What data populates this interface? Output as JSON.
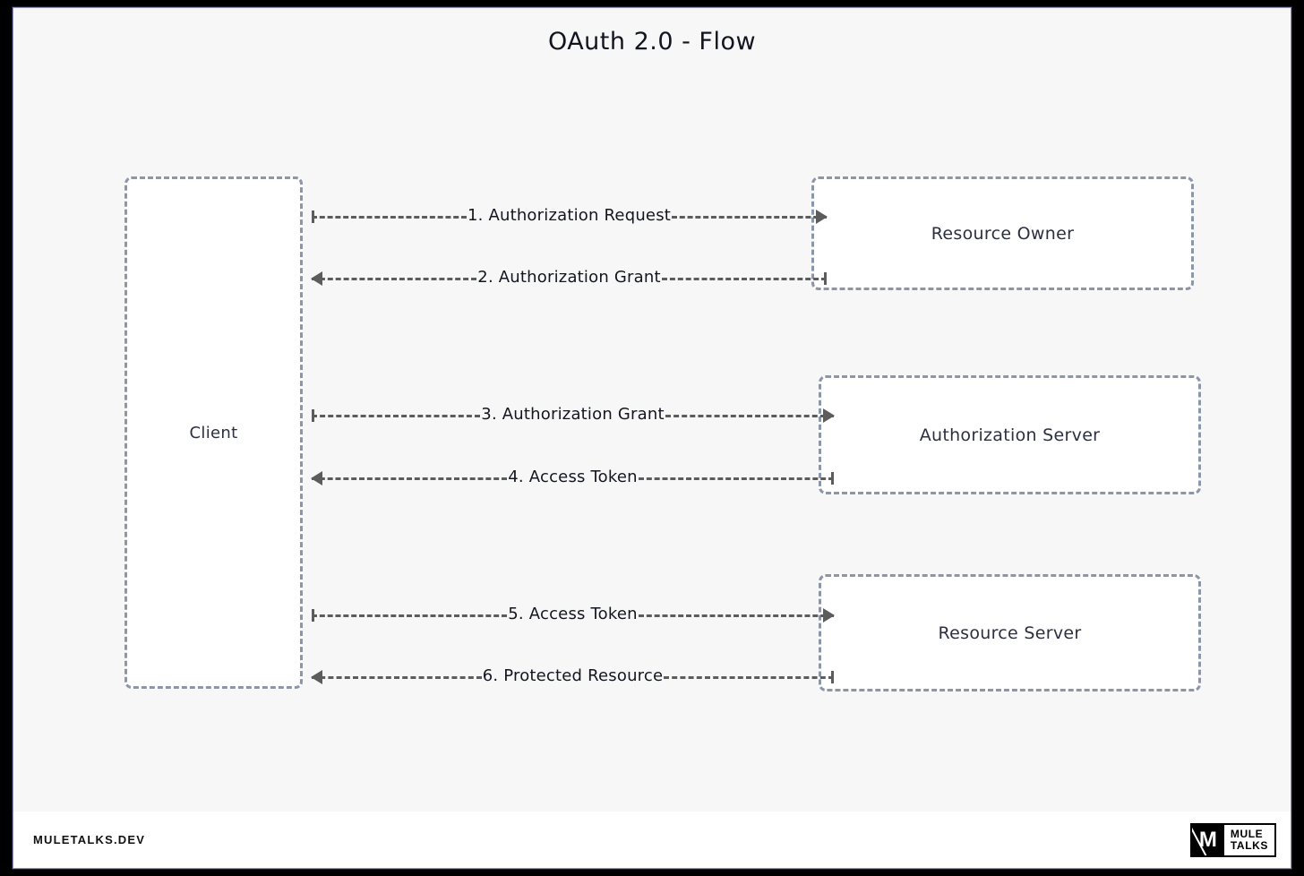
{
  "diagram": {
    "title": "OAuth 2.0 - Flow",
    "type": "sequence-flow",
    "nodes": [
      {
        "id": "client",
        "label": "Client"
      },
      {
        "id": "owner",
        "label": "Resource Owner"
      },
      {
        "id": "authsrv",
        "label": "Authorization Server"
      },
      {
        "id": "ressrv",
        "label": "Resource Server"
      }
    ],
    "edges": [
      {
        "step": 1,
        "label": "1. Authorization Request",
        "from": "client",
        "to": "owner",
        "direction": "right"
      },
      {
        "step": 2,
        "label": "2. Authorization Grant",
        "from": "owner",
        "to": "client",
        "direction": "left"
      },
      {
        "step": 3,
        "label": "3. Authorization Grant",
        "from": "client",
        "to": "authsrv",
        "direction": "right"
      },
      {
        "step": 4,
        "label": "4. Access Token",
        "from": "authsrv",
        "to": "client",
        "direction": "left"
      },
      {
        "step": 5,
        "label": "5. Access Token",
        "from": "client",
        "to": "ressrv",
        "direction": "right"
      },
      {
        "step": 6,
        "label": "6. Protected Resource",
        "from": "ressrv",
        "to": "client",
        "direction": "left"
      }
    ],
    "colors": {
      "canvas": "#f7f7f8",
      "node_fill": "#ffffff",
      "node_border": "#8b97a8",
      "edge": "#5c5c5c",
      "text": "#2b3040",
      "frame": "#8f8fc4"
    }
  },
  "footer": {
    "brand": "MULETALKS.DEV",
    "logo": {
      "mark": "M",
      "line1": "MULE",
      "line2": "TALKS"
    }
  }
}
